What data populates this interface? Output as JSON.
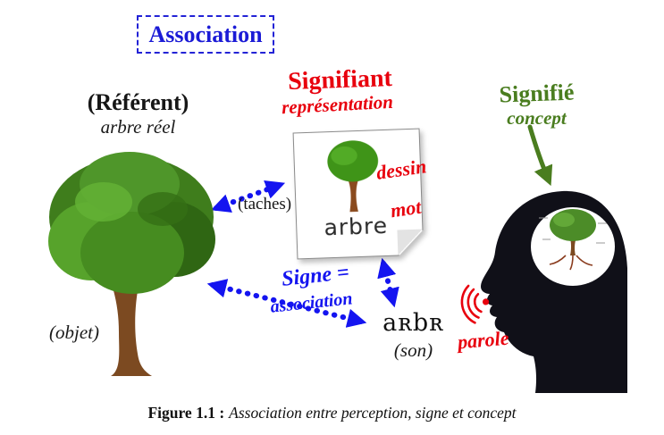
{
  "association": {
    "label": "Association"
  },
  "referent": {
    "title": "(Référent)",
    "subtitle": "arbre réel",
    "object_label": "(objet)"
  },
  "signifiant": {
    "title": "Signifiant",
    "subtitle": "représentation",
    "taches_label": "(taches)",
    "dessin_label": "dessin",
    "mot_label": "mot",
    "paper_word": "arbre"
  },
  "signe": {
    "line1": "Signe =",
    "line2": "association"
  },
  "son": {
    "word": "aʀbʀ",
    "label": "(son)"
  },
  "signifie": {
    "title": "Signifié",
    "subtitle": "concept",
    "parole_label": "parole"
  },
  "caption": {
    "prefix": "Figure 1.1 :",
    "text": "Association entre perception, signe et concept"
  },
  "colors": {
    "signifiant_red": "#e8000d",
    "signe_blue": "#1414f0",
    "signifie_green": "#4a7d1f",
    "association_blue": "#1b1bd6",
    "text_black": "#1a1a1a"
  }
}
